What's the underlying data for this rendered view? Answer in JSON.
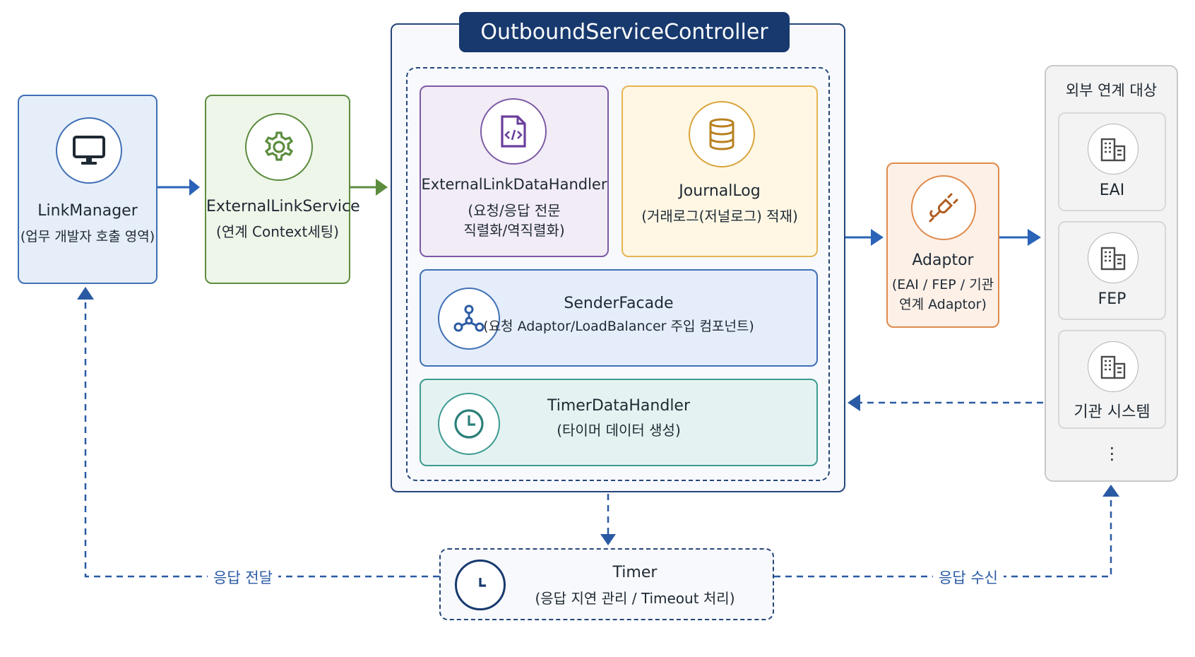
{
  "controller": {
    "title": "OutboundServiceController"
  },
  "link_manager": {
    "title": "LinkManager",
    "subtitle": "(업무 개발자 호출 영역)"
  },
  "external_link_service": {
    "title": "ExternalLinkService",
    "subtitle": "(연계 Context세팅)"
  },
  "data_handler": {
    "title": "ExternalLinkDataHandler",
    "subtitle_line1": "(요청/응답 전문",
    "subtitle_line2": "직렬화/역직렬화)"
  },
  "journal_log": {
    "title": "JournalLog",
    "subtitle": "(거래로그(저널로그) 적재)"
  },
  "sender_facade": {
    "title": "SenderFacade",
    "subtitle": "(요청 Adaptor/LoadBalancer 주입 컴포넌트)"
  },
  "timer_data_handler": {
    "title": "TimerDataHandler",
    "subtitle": "(타이머 데이터 생성)"
  },
  "adaptor": {
    "title": "Adaptor",
    "subtitle_line1": "(EAI / FEP / 기관",
    "subtitle_line2": "연계 Adaptor)"
  },
  "external_targets": {
    "title": "외부 연계 대상",
    "items": [
      {
        "label": "EAI"
      },
      {
        "label": "FEP"
      },
      {
        "label": "기관 시스템"
      }
    ],
    "more": "⋮"
  },
  "timer": {
    "title": "Timer",
    "subtitle": "(응답 지연 관리 / Timeout 처리)"
  },
  "flow_labels": {
    "response_deliver": "응답 전달",
    "response_receive": "응답 수신"
  },
  "colors": {
    "solid_arrow_blue": "#2a63b8",
    "solid_arrow_green": "#5c8d3e",
    "dashed_arrow": "#2a5aa3",
    "controller_navy": "#17396e"
  }
}
